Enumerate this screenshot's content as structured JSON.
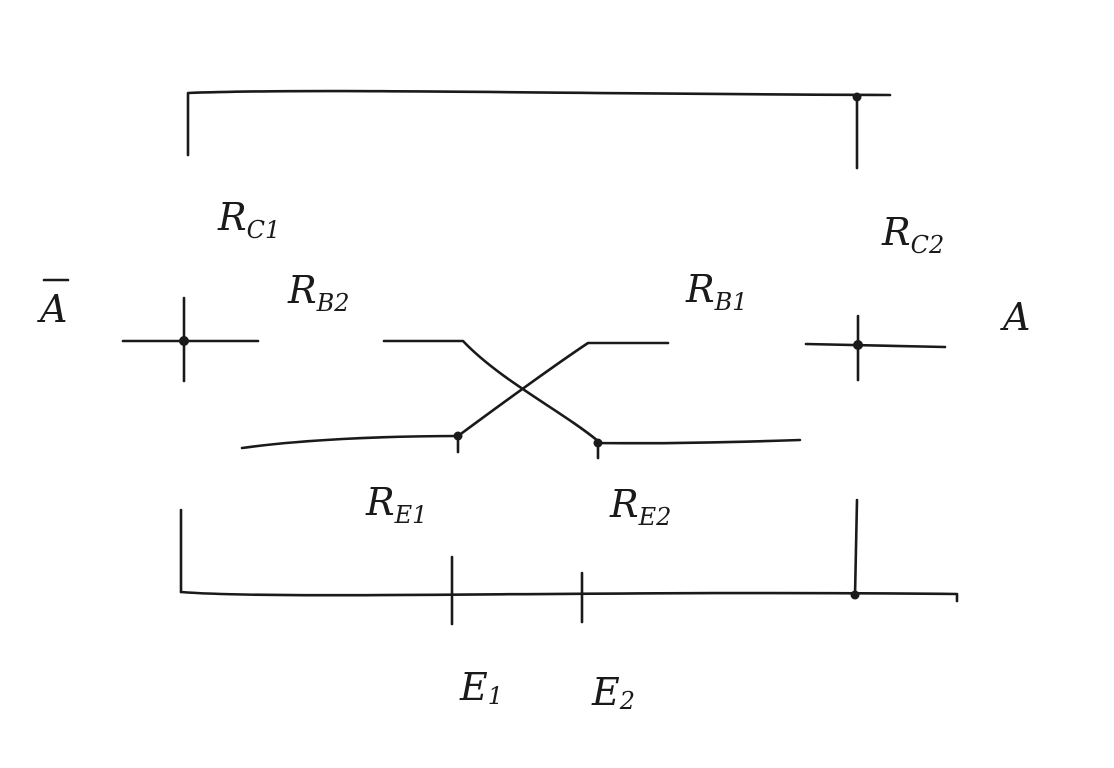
{
  "labels": {
    "rc1": {
      "main": "R",
      "sub": "C1"
    },
    "rc2": {
      "main": "R",
      "sub": "C2"
    },
    "rb2": {
      "main": "R",
      "sub": "B2"
    },
    "rb1": {
      "main": "R",
      "sub": "B1"
    },
    "re1": {
      "main": "R",
      "sub": "E1"
    },
    "re2": {
      "main": "R",
      "sub": "E2"
    },
    "e1": {
      "main": "E",
      "sub": "1"
    },
    "e2": {
      "main": "E",
      "sub": "2"
    },
    "a_bar": "A",
    "a": "A"
  },
  "colors": {
    "ink": "#1a1a1a",
    "paper": "#ffffff"
  }
}
